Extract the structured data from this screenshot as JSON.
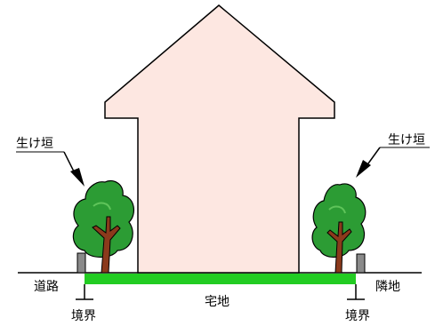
{
  "labels": {
    "hedge_left": "生け垣",
    "hedge_right": "生け垣",
    "road": "道路",
    "residential_land": "宅地",
    "neighbor_land": "隣地",
    "boundary_left": "境界",
    "boundary_right": "境界"
  },
  "colors": {
    "house_fill": "#fde7e1",
    "lot_fill": "#22cc22",
    "foliage": "#2c9c34",
    "foliage_shade": "#5fc45a",
    "trunk": "#8b3a1c",
    "post_fill": "#8a8a8a",
    "line": "#000000"
  }
}
